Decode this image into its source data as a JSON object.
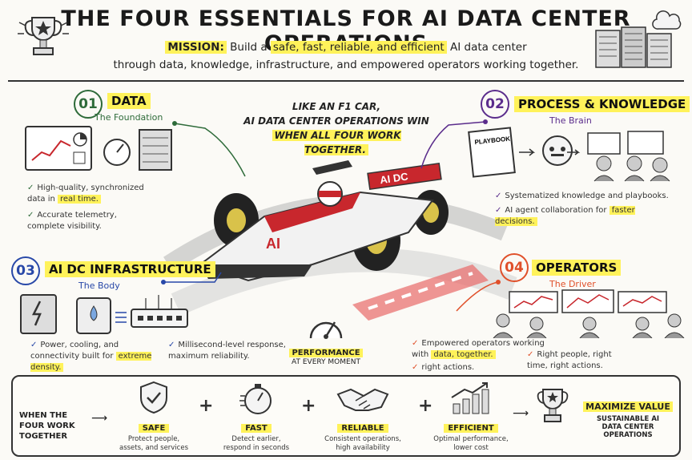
{
  "title": "THE FOUR ESSENTIALS FOR AI DATA CENTER OPERATIONS",
  "mission": {
    "label": "MISSION:",
    "pre": "Build a",
    "highlight": "safe, fast, reliable, and efficient",
    "post": "AI data center",
    "line2": "through data, knowledge, infrastructure, and empowered operators working together."
  },
  "f1": {
    "line1": "LIKE AN F1 CAR,",
    "line2": "AI DATA CENTER OPERATIONS WIN",
    "line3": "WHEN ALL FOUR WORK TOGETHER."
  },
  "car": {
    "wing_text": "AI DC",
    "body_text": "AI"
  },
  "sections": {
    "data": {
      "num": "01",
      "title": "DATA",
      "subtitle": "The Foundation",
      "b1": "High-quality, synchronized data in",
      "b1_hl": "real time.",
      "b2": "Accurate telemetry, complete visibility."
    },
    "process": {
      "num": "02",
      "title": "PROCESS & KNOWLEDGE",
      "subtitle": "The Brain",
      "playbook": "PLAYBOOK",
      "b1": "Systematized knowledge and playbooks.",
      "b2": "AI agent collaboration for",
      "b2_hl": "faster decisions."
    },
    "infra": {
      "num": "03",
      "title": "AI DC INFRASTRUCTURE",
      "subtitle": "The Body",
      "b1": "Power, cooling, and connectivity built for",
      "b1_hl": "extreme density.",
      "b2": "Millisecond-level response, maximum reliability."
    },
    "operators": {
      "num": "04",
      "title": "OPERATORS",
      "subtitle": "The Driver",
      "b1": "Empowered operators working with",
      "b1_hl": "data, together.",
      "b1b": "right actions.",
      "b2": "Right people, right time, right actions."
    }
  },
  "performance": {
    "label": "PERFORMANCE",
    "sub": "AT EVERY MOMENT"
  },
  "bottom": {
    "lead": "WHEN THE FOUR WORK TOGETHER",
    "items": [
      {
        "label": "SAFE",
        "desc1": "Protect people,",
        "desc2": "assets, and services"
      },
      {
        "label": "FAST",
        "desc1": "Detect earlier,",
        "desc2": "respond in seconds"
      },
      {
        "label": "RELIABLE",
        "desc1": "Consistent operations,",
        "desc2": "high availability"
      },
      {
        "label": "EFFICIENT",
        "desc1": "Optimal performance,",
        "desc2": "lower cost"
      }
    ],
    "result": {
      "label": "MAXIMIZE VALUE",
      "sub1": "SUSTAINABLE AI",
      "sub2": "DATA CENTER OPERATIONS"
    }
  },
  "colors": {
    "green": "#2e6b3a",
    "purple": "#5b2d8c",
    "blue": "#2848a8",
    "orange": "#e0502a",
    "highlight": "#fff25a",
    "red": "#c8272d"
  }
}
